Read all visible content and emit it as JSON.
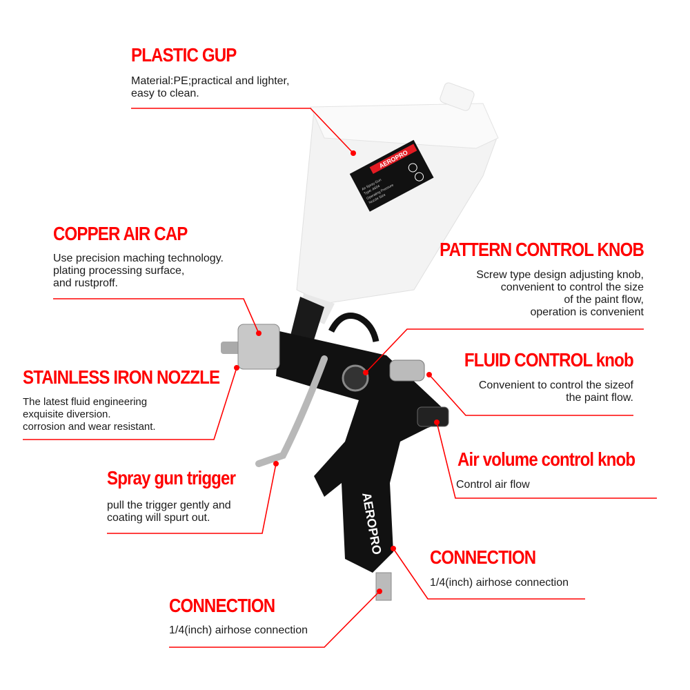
{
  "brand": "AEROPRO",
  "cup_label": {
    "brand": "AEROPRO",
    "type": "Type: A604",
    "lines": [
      "Air Spray Gun",
      "Operating Pressure",
      "Nozzle Size"
    ]
  },
  "colors": {
    "accent": "#ff0000",
    "text": "#1a1a1a",
    "gun_body": "#111111",
    "cup": "#f2f2f2"
  },
  "callouts": [
    {
      "title": "PLASTIC GUP",
      "desc": [
        "Material:PE;practical and lighter,",
        "easy to clean."
      ]
    },
    {
      "title": "COPPER AIR CAP",
      "desc": [
        "Use precision maching technology.",
        "plating processing surface,",
        "and rustproff."
      ]
    },
    {
      "title": "PATTERN CONTROL KNOB",
      "desc": [
        "Screw type design adjusting knob,",
        "convenient to control the size",
        "of the paint flow,",
        "operation is convenient"
      ]
    },
    {
      "title": "FLUID CONTROL knob",
      "desc": [
        "Convenient to control the sizeof",
        "the paint flow."
      ]
    },
    {
      "title": "STAINLESS IRON NOZZLE",
      "desc": [
        "The latest fluid engineering",
        "exquisite diversion.",
        "corrosion and wear resistant."
      ]
    },
    {
      "title": "Air volume control knob",
      "desc": [
        "Control air flow"
      ]
    },
    {
      "title": "Spray gun trigger",
      "desc": [
        "pull the trigger gently and",
        "coating will spurt out."
      ]
    },
    {
      "title": "CONNECTION",
      "desc": [
        "1/4(inch) airhose connection"
      ]
    },
    {
      "title": "CONNECTION",
      "desc": [
        "1/4(inch) airhose connection"
      ]
    }
  ]
}
